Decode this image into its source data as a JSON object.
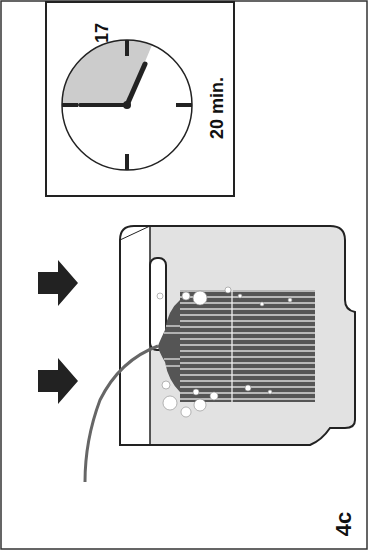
{
  "diagram": {
    "nodes": [
      {
        "text": [
          "17",
          "20 min."
        ]
      }
    ],
    "labels": [
      "4c"
    ]
  }
}
